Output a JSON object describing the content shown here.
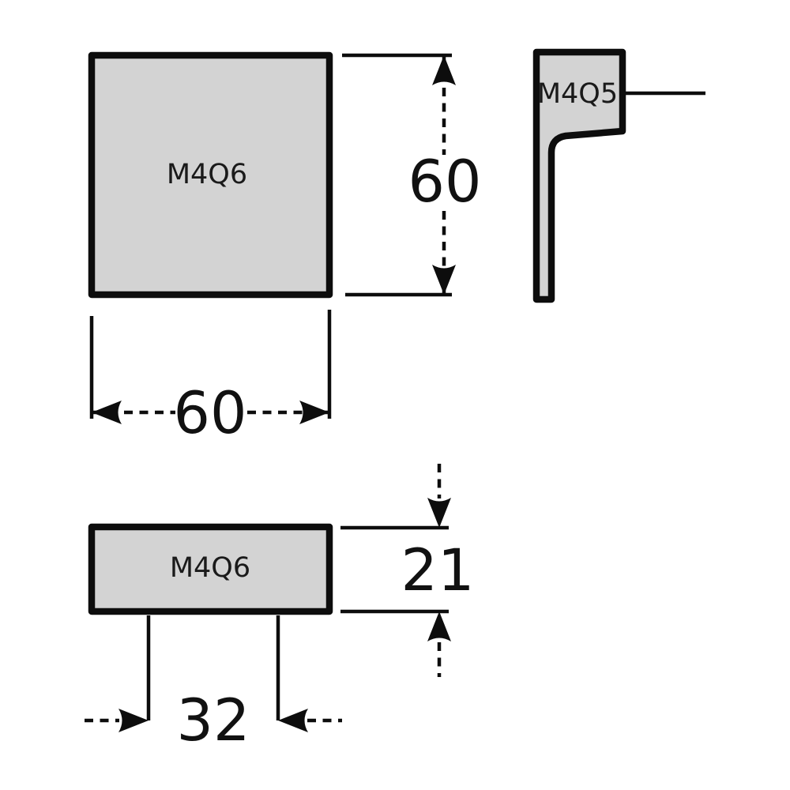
{
  "drawing": {
    "front_view": {
      "part_label": "M4Q6",
      "height_dimension": "60",
      "width_dimension": "60"
    },
    "side_view": {
      "part_label": "M4Q5"
    },
    "bottom_view": {
      "part_label": "M4Q6",
      "thickness_dimension": "21",
      "hole_spacing_dimension": "32"
    },
    "colors": {
      "part_fill": "#d3d3d3",
      "line": "#0d0d0d",
      "background": "#ffffff"
    }
  }
}
